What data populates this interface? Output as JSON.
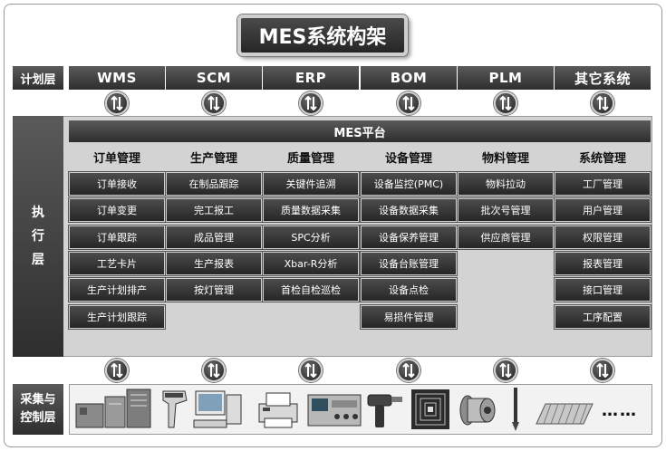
{
  "title": "MES系统构架",
  "plan": {
    "label": "计划层",
    "systems": [
      "WMS",
      "SCM",
      "ERP",
      "BOM",
      "PLM",
      "其它系统"
    ]
  },
  "exec": {
    "label_chars": [
      "执",
      "行",
      "层"
    ],
    "platform": "MES平台",
    "columns": [
      {
        "head": "订单管理",
        "items": [
          "订单接收",
          "订单变更",
          "订单跟踪",
          "工艺卡片",
          "生产计划排产",
          "生产计划跟踪"
        ]
      },
      {
        "head": "生产管理",
        "items": [
          "在制品跟踪",
          "完工报工",
          "成品管理",
          "生产报表",
          "按灯管理"
        ]
      },
      {
        "head": "质量管理",
        "items": [
          "关键件追溯",
          "质量数据采集",
          "SPC分析",
          "Xbar-R分析",
          "首检自检巡检"
        ]
      },
      {
        "head": "设备管理",
        "items": [
          "设备监控(PMC)",
          "设备数据采集",
          "设备保养管理",
          "设备台账管理",
          "设备点检",
          "易损件管理"
        ]
      },
      {
        "head": "物料管理",
        "items": [
          "物料拉动",
          "批次号管理",
          "供应商管理"
        ]
      },
      {
        "head": "系统管理",
        "items": [
          "工厂管理",
          "用户管理",
          "权限管理",
          "报表管理",
          "接口管理",
          "工序配置"
        ]
      }
    ]
  },
  "collect": {
    "label_lines": [
      "采集与",
      "控制层"
    ],
    "more": "……"
  },
  "colors": {
    "dark": "#2e2e2e",
    "panel": "#d3d3d3"
  }
}
